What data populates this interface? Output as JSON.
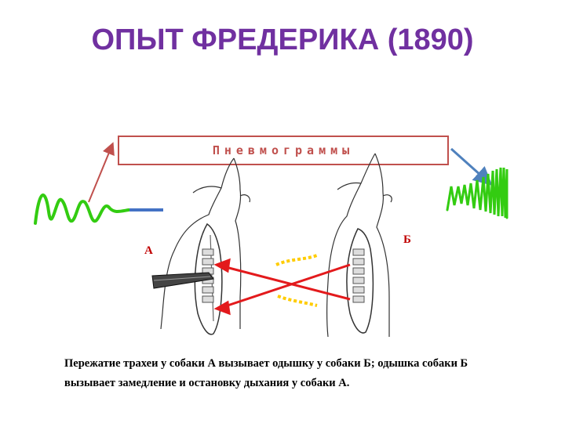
{
  "slide": {
    "title": "ОПЫТ ФРЕДЕРИКА (1890)",
    "pneumogram_label": "Пневмограммы",
    "dog_a_label": "А",
    "dog_b_label": "Б",
    "caption_line1": "Пережатие трахеи у собаки А вызывает одышку у собаки Б; одышка собаки Б",
    "caption_line2": "вызывает замедление и остановку дыхания у собаки А."
  },
  "colors": {
    "title": "#7030a0",
    "pneumogram_text": "#c0504d",
    "pneumogram_border": "#c0504d",
    "trace": "#33cc11",
    "trace_flat": "#4472c4",
    "arrow_left": "#c0504d",
    "arrow_right": "#4f81bd",
    "cross_arrows": "#e31a1c",
    "vessel": "#ffcc00",
    "label": "#c00000"
  },
  "icons": {
    "clamp": "clamp-icon",
    "dog_a": "dog-silhouette-icon",
    "dog_b": "dog-silhouette-icon"
  }
}
